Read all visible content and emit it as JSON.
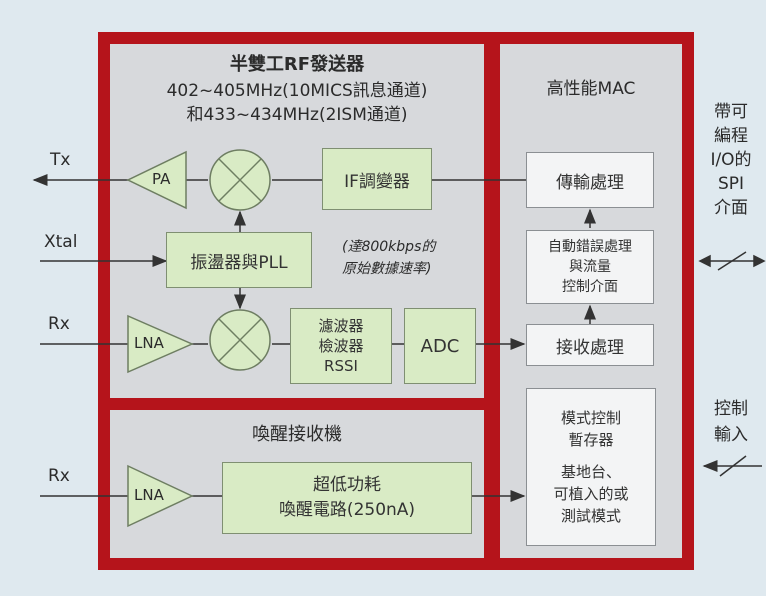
{
  "colors": {
    "frame": "#b5141b",
    "block_fill": "#d9ebc5",
    "panel": "#d7d9dc",
    "background": "#dfe9ef"
  },
  "transceiver": {
    "title": "半雙工RF發送器",
    "band1": "402~405MHz(10MICS訊息通道)",
    "band2": "和433~434MHz(2ISM通道)"
  },
  "blocks": {
    "pa": "PA",
    "if_mod": "IF調變器",
    "osc_pll": "振盪器與PLL",
    "lna_main": "LNA",
    "filter_l1": "濾波器",
    "filter_l2": "檢波器",
    "filter_l3": "RSSI",
    "adc": "ADC",
    "rate_l1": "(達800kbps的",
    "rate_l2": "原始數據速率)"
  },
  "wakeup": {
    "title": "喚醒接收機",
    "lna": "LNA",
    "block_l1": "超低功耗",
    "block_l2": "喚醒電路(250nA)"
  },
  "mac": {
    "title": "高性能MAC",
    "tx_proc": "傳輸處理",
    "err_l1": "自動錯誤處理",
    "err_l2": "與流量",
    "err_l3": "控制介面",
    "rx_proc": "接收處理",
    "mode_l1": "模式控制",
    "mode_l2": "暫存器",
    "mode_l3": "基地台、",
    "mode_l4": "可植入的或",
    "mode_l5": "測試模式"
  },
  "external": {
    "tx": "Tx",
    "xtal": "Xtal",
    "rx1": "Rx",
    "rx2": "Rx",
    "spi_l1": "帶可",
    "spi_l2": "編程",
    "spi_l3": "I/O的",
    "spi_l4": "SPI",
    "spi_l5": "介面",
    "ctrl_l1": "控制",
    "ctrl_l2": "輸入"
  }
}
